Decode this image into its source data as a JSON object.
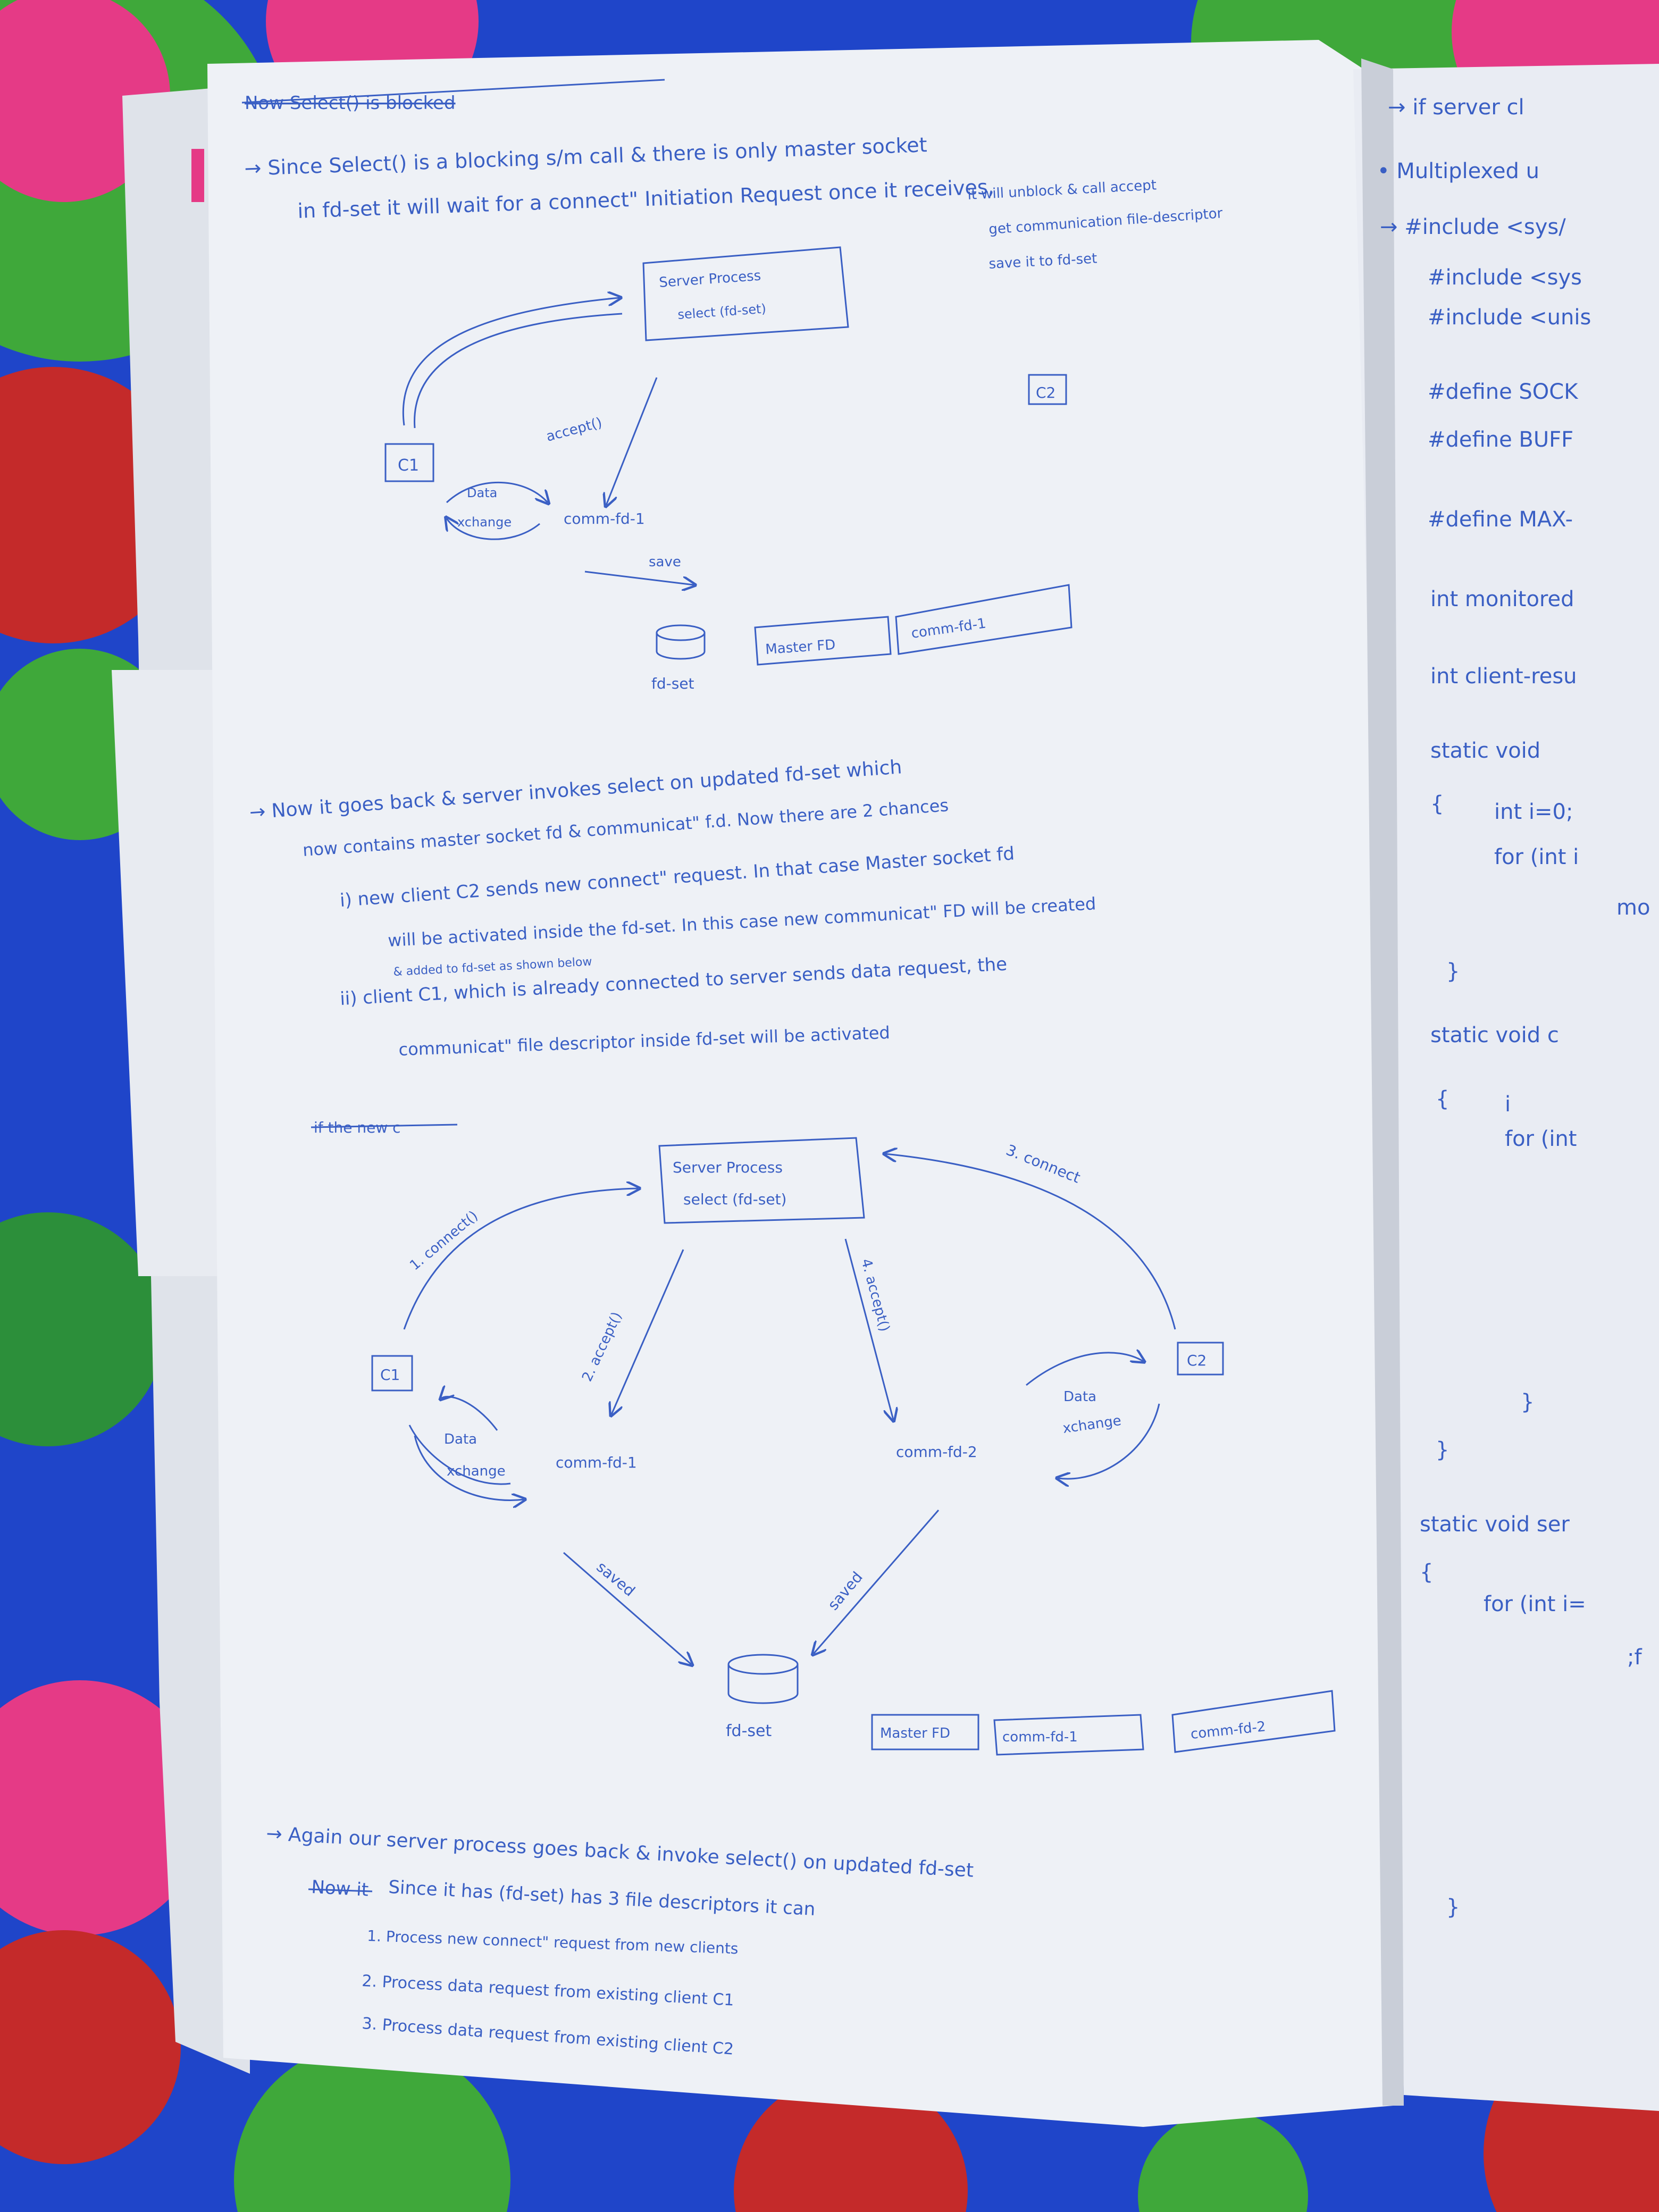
{
  "colors": {
    "ink": "#3a5fc4",
    "paper": "#eef1f6",
    "paper_shadow": "#c9ced8",
    "fabric_blue": "#1f45c9",
    "fabric_green": "#3fa83a",
    "fabric_pink": "#e53a86",
    "fabric_red": "#c42a2a"
  },
  "left_page": {
    "heading_struck": "Now Select() is blocked",
    "intro": {
      "line1": "→ Since Select() is a blocking s/m call & there is only master socket",
      "line2": "in fd-set it will wait for a connect\" Initiation Request once it receives,",
      "note1": "it will unblock & call accept",
      "note2": "get communication file-descriptor",
      "note3": "save it to fd-set"
    },
    "diagram1": {
      "server_line1": "Server Process",
      "server_line2": "select (fd-set)",
      "c1": "C1",
      "c2": "C2",
      "accept_label": "accept()",
      "data_label": "Data",
      "xchange_label": "xchange",
      "comm_fd": "comm-fd-1",
      "save_label": "save",
      "fdset_label": "fd-set",
      "master_fd": "Master FD",
      "comm_fd_box": "comm-fd-1"
    },
    "para2": {
      "line1": "→ Now it goes back & server invokes select on updated fd-set which",
      "line2": "now contains master socket fd & communicat\" f.d. Now there are 2 chances",
      "line3": "i) new client C2 sends new connect\" request. In that case Master socket fd",
      "line4": "will be activated inside the fd-set. In this case new communicat\" FD will be created",
      "line5": "& added to fd-set as shown below",
      "line6": "ii) client C1, which is already connected to server sends data request, the",
      "line7": "communicat\" file descriptor inside fd-set will be activated"
    },
    "struck_note": "if the new c",
    "diagram2": {
      "server_line1": "Server Process",
      "server_line2": "select (fd-set)",
      "c1": "C1",
      "c2": "C2",
      "label_connect1": "1. connect()",
      "label_accept2": "2. accept()",
      "label_connect3": "3. connect",
      "label_accept4": "4. accept()",
      "data_label": "Data",
      "xchange_label": "xchange",
      "comm_fd1": "comm-fd-1",
      "comm_fd2": "comm-fd-2",
      "saved_left": "saved",
      "saved_right": "saved",
      "fdset_label": "fd-set",
      "master_fd": "Master FD",
      "comm_fd1_box": "comm-fd-1",
      "comm_fd2_box": "comm-fd-2"
    },
    "para3": {
      "line1": "→ Again our server process goes back & invoke select() on updated fd-set",
      "line2_struck": "Now it",
      "line2": "Since it has (fd-set) has 3 file descriptors it can",
      "item1": "1. Process new connect\" request from new clients",
      "item2": "2. Process data request from existing client C1",
      "item3": "3. Process data request from existing client C2"
    }
  },
  "right_page": {
    "lines": [
      "→ if server cl",
      "• Multiplexed u",
      "→ #include <sys/",
      "#include <sys",
      "#include <unis",
      "#define SOCK",
      "#define BUFF",
      "#define MAX-",
      "int monitored",
      "int client-resu",
      "static void",
      "{",
      "int i=0;",
      "for (int i",
      "mo",
      "}",
      "static void c",
      "{",
      "i",
      "for (int",
      "}",
      "}",
      "static void ser",
      "{",
      "for (int i=",
      ";f",
      "}"
    ]
  }
}
